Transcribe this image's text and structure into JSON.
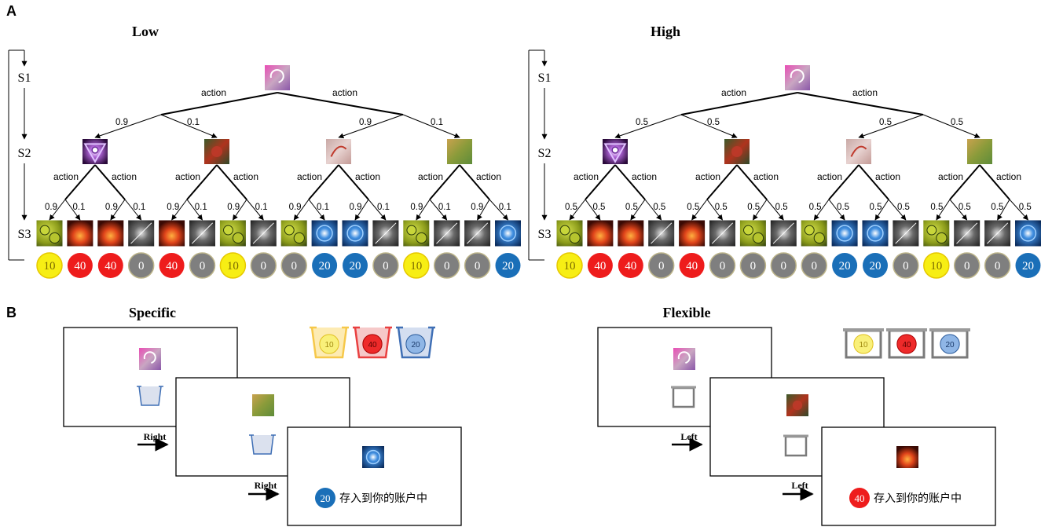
{
  "panels": {
    "a": {
      "letter": "A",
      "stages": [
        "S1",
        "S2",
        "S3"
      ],
      "conditions": [
        {
          "title": "Low",
          "s1_actions": [
            "action",
            "action"
          ],
          "s1_probs": [
            "0.9",
            "0.1",
            "0.9",
            "0.1"
          ],
          "s2_actions": [
            "action",
            "action",
            "action",
            "action",
            "action",
            "action",
            "action",
            "action"
          ],
          "s3_probs": [
            "0.9",
            "0.1",
            "0.9",
            "0.1",
            "0.9",
            "0.1",
            "0.9",
            "0.1",
            "0.9",
            "0.1",
            "0.9",
            "0.1",
            "0.9",
            "0.1",
            "0.9",
            "0.1"
          ],
          "s3_stimuli": [
            "green",
            "red",
            "red",
            "gray",
            "red",
            "gray",
            "green",
            "gray",
            "green",
            "blue",
            "blue",
            "gray",
            "green",
            "gray",
            "gray",
            "blue"
          ],
          "coins": [
            "10",
            "40",
            "40",
            "0",
            "40",
            "0",
            "10",
            "0",
            "0",
            "20",
            "20",
            "0",
            "10",
            "0",
            "0",
            "20"
          ]
        },
        {
          "title": "High",
          "s1_actions": [
            "action",
            "action"
          ],
          "s1_probs": [
            "0.5",
            "0.5",
            "0.5",
            "0.5"
          ],
          "s2_actions": [
            "action",
            "action",
            "action",
            "action",
            "action",
            "action",
            "action",
            "action"
          ],
          "s3_probs": [
            "0.5",
            "0.5",
            "0.5",
            "0.5",
            "0.5",
            "0.5",
            "0.5",
            "0.5",
            "0.5",
            "0.5",
            "0.5",
            "0.5",
            "0.5",
            "0.5",
            "0.5",
            "0.5"
          ],
          "s3_stimuli": [
            "green",
            "red",
            "red",
            "gray",
            "red",
            "gray",
            "green",
            "gray",
            "green",
            "blue",
            "blue",
            "gray",
            "green",
            "gray",
            "gray",
            "blue"
          ],
          "coins": [
            "10",
            "40",
            "40",
            "0",
            "40",
            "0",
            "0",
            "0",
            "0",
            "20",
            "20",
            "0",
            "10",
            "0",
            "0",
            "20"
          ]
        }
      ]
    },
    "b": {
      "letter": "B",
      "conditions": [
        {
          "title": "Specific",
          "keys": [
            "Right",
            "Right"
          ],
          "basket_coins": [
            "10",
            "40",
            "20"
          ],
          "reward_value": "20",
          "reward_text": "存入到你的账户中",
          "reward_color": "#1a6fb8"
        },
        {
          "title": "Flexible",
          "keys": [
            "Left",
            "Left"
          ],
          "basket_coins": [
            "10",
            "40",
            "20"
          ],
          "reward_value": "40",
          "reward_text": "存入到你的账户中",
          "reward_color": "#ee1c1c"
        }
      ]
    }
  },
  "colors": {
    "coin_yellow": "#f7ee14",
    "coin_red": "#ee1c1c",
    "coin_gray": "#7f7f7f",
    "coin_blue": "#1a6fb8"
  }
}
